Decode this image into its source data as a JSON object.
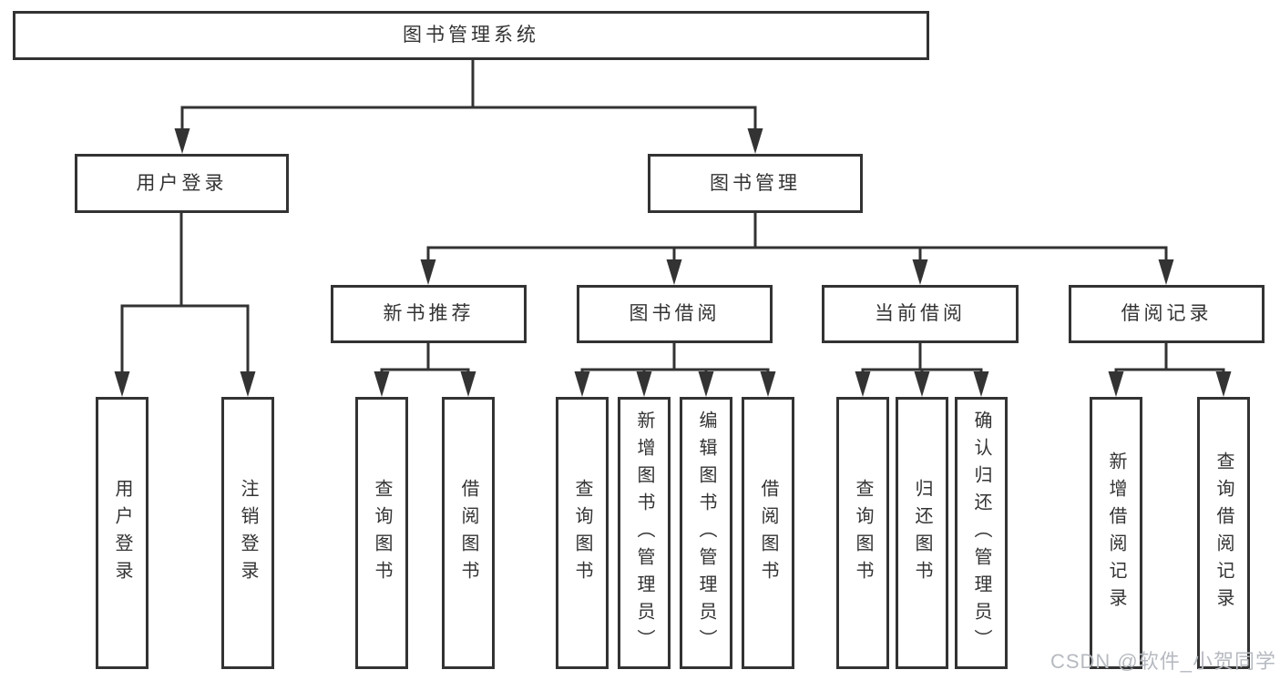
{
  "tree": {
    "label": "图书管理系统",
    "children": [
      {
        "label": "用户登录",
        "children": [
          {
            "label": "用户登录"
          },
          {
            "label": "注销登录"
          }
        ]
      },
      {
        "label": "图书管理",
        "children": [
          {
            "label": "新书推荐",
            "children": [
              {
                "label": "查询图书"
              },
              {
                "label": "借阅图书"
              }
            ]
          },
          {
            "label": "图书借阅",
            "children": [
              {
                "label": "查询图书"
              },
              {
                "label": "新增图书（管理员）"
              },
              {
                "label": "编辑图书（管理员）"
              },
              {
                "label": "借阅图书"
              }
            ]
          },
          {
            "label": "当前借阅",
            "children": [
              {
                "label": "查询图书"
              },
              {
                "label": "归还图书"
              },
              {
                "label": "确认归还（管理员）"
              }
            ]
          },
          {
            "label": "借阅记录",
            "children": [
              {
                "label": "新增借阅记录"
              },
              {
                "label": "查询借阅记录"
              }
            ]
          }
        ]
      }
    ]
  },
  "watermark": {
    "text": "CSDN @软件_小贺同学"
  },
  "colors": {
    "line": "#333333",
    "node_border": "#333333",
    "text": "#333333",
    "watermark": "#b6bac0",
    "background": "#ffffff"
  }
}
